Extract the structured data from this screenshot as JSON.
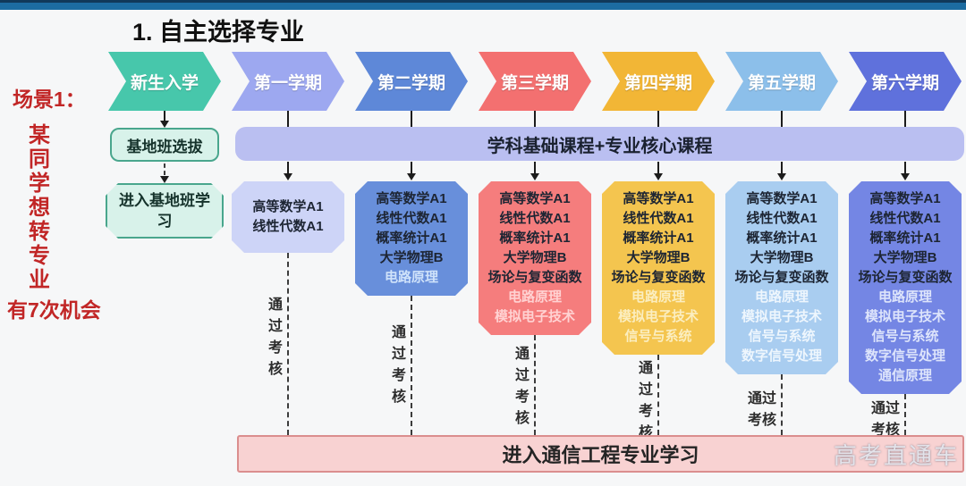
{
  "page": {
    "title": "1. 自主选择专业",
    "watermark": "高考直通车"
  },
  "scenario": {
    "label": "场景1：",
    "vertical_text": "某同学想转专业",
    "note": "有7次机会"
  },
  "entry": {
    "chevron_label": "新生入学",
    "chevron_color": "#47c7ab",
    "selection_label": "基地班选拔",
    "base_class_label": "进入基地班学习"
  },
  "band": {
    "label": "学科基础课程+专业核心课程",
    "color": "#babff1"
  },
  "bottom_bar": {
    "label": "进入通信工程专业学习",
    "color": "#f8d2d2"
  },
  "pass_label": "通过考核",
  "semesters": [
    {
      "label": "第一学期",
      "chevron_color": "#9da8f0",
      "box_color": "#cdd4f7",
      "light_color": "#ffffff",
      "dark_courses": [
        "高等数学A1",
        "线性代数A1"
      ],
      "light_courses": []
    },
    {
      "label": "第二学期",
      "chevron_color": "#5e88d8",
      "box_color": "#688fdb",
      "light_color": "#cfe2fa",
      "dark_courses": [
        "高等数学A1",
        "线性代数A1",
        "概率统计A1",
        "大学物理B"
      ],
      "light_courses": [
        "电路原理"
      ]
    },
    {
      "label": "第三学期",
      "chevron_color": "#f37070",
      "box_color": "#f57d7d",
      "light_color": "#ffd2d2",
      "dark_courses": [
        "高等数学A1",
        "线性代数A1",
        "概率统计A1",
        "大学物理B",
        "场论与复变函数"
      ],
      "light_courses": [
        "电路原理",
        "模拟电子技术"
      ]
    },
    {
      "label": "第四学期",
      "chevron_color": "#f2b636",
      "box_color": "#f4c54f",
      "light_color": "#fbeec0",
      "dark_courses": [
        "高等数学A1",
        "线性代数A1",
        "概率统计A1",
        "大学物理B",
        "场论与复变函数"
      ],
      "light_courses": [
        "电路原理",
        "模拟电子技术",
        "信号与系统"
      ]
    },
    {
      "label": "第五学期",
      "chevron_color": "#8cbfea",
      "box_color": "#a9cdf0",
      "light_color": "#eef6fd",
      "dark_courses": [
        "高等数学A1",
        "线性代数A1",
        "概率统计A1",
        "大学物理B",
        "场论与复变函数"
      ],
      "light_courses": [
        "电路原理",
        "模拟电子技术",
        "信号与系统",
        "数字信号处理"
      ]
    },
    {
      "label": "第六学期",
      "chevron_color": "#5f71dc",
      "box_color": "#7486e4",
      "light_color": "#dde4fb",
      "dark_courses": [
        "高等数学A1",
        "线性代数A1",
        "概率统计A1",
        "大学物理B",
        "场论与复变函数"
      ],
      "light_courses": [
        "电路原理",
        "模拟电子技术",
        "信号与系统",
        "数字信号处理",
        "通信原理"
      ]
    }
  ]
}
